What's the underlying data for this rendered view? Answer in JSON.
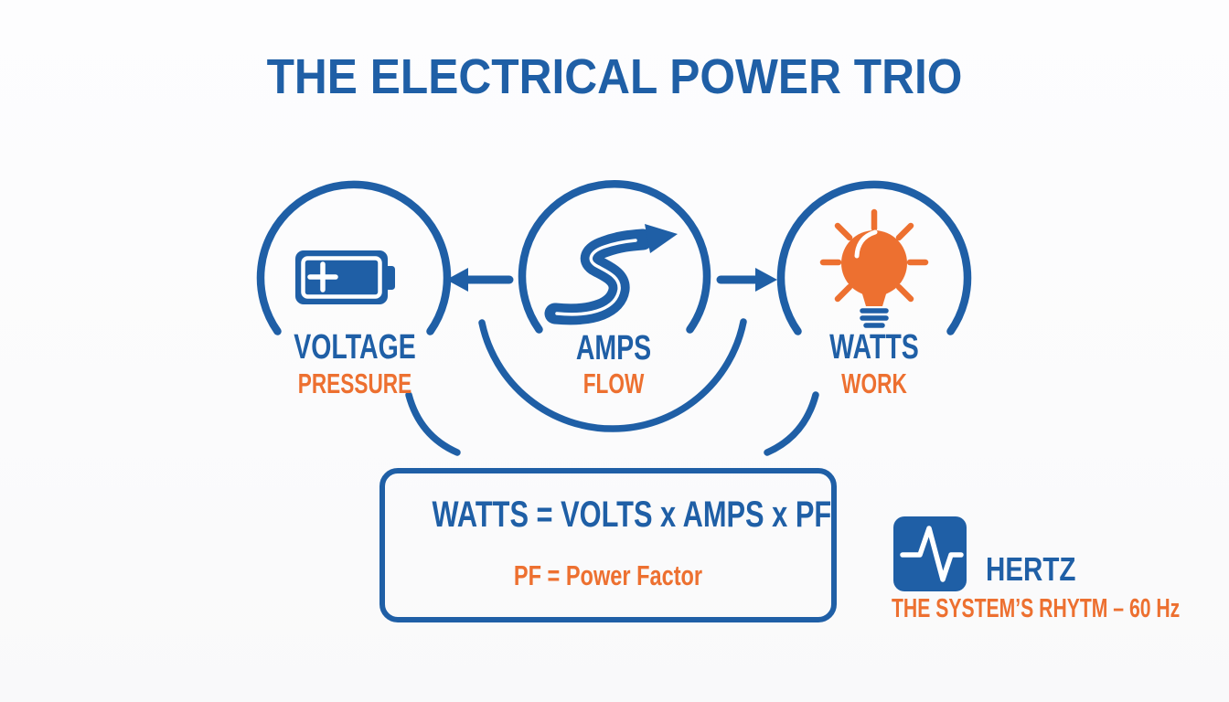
{
  "colors": {
    "primary_blue": "#1F5FA6",
    "accent_orange": "#ED7030",
    "background": "#FBFBFC"
  },
  "title": "THE ELECTRICAL POWER TRIO",
  "nodes": [
    {
      "label": "VOLTAGE",
      "sublabel": "PRESSURE",
      "icon": "battery-icon"
    },
    {
      "label": "AMPS",
      "sublabel": "FLOW",
      "icon": "winding-road-arrow-icon"
    },
    {
      "label": "WATTS",
      "sublabel": "WORK",
      "icon": "lightbulb-icon"
    }
  ],
  "formula": {
    "main": "WATTS = VOLTS x AMPS x PF",
    "note": "PF = Power Factor"
  },
  "hertz": {
    "icon": "waveform-icon",
    "label": "HERTZ",
    "subtitle": "THE SYSTEM’S RHYTM – 60 Hz"
  }
}
